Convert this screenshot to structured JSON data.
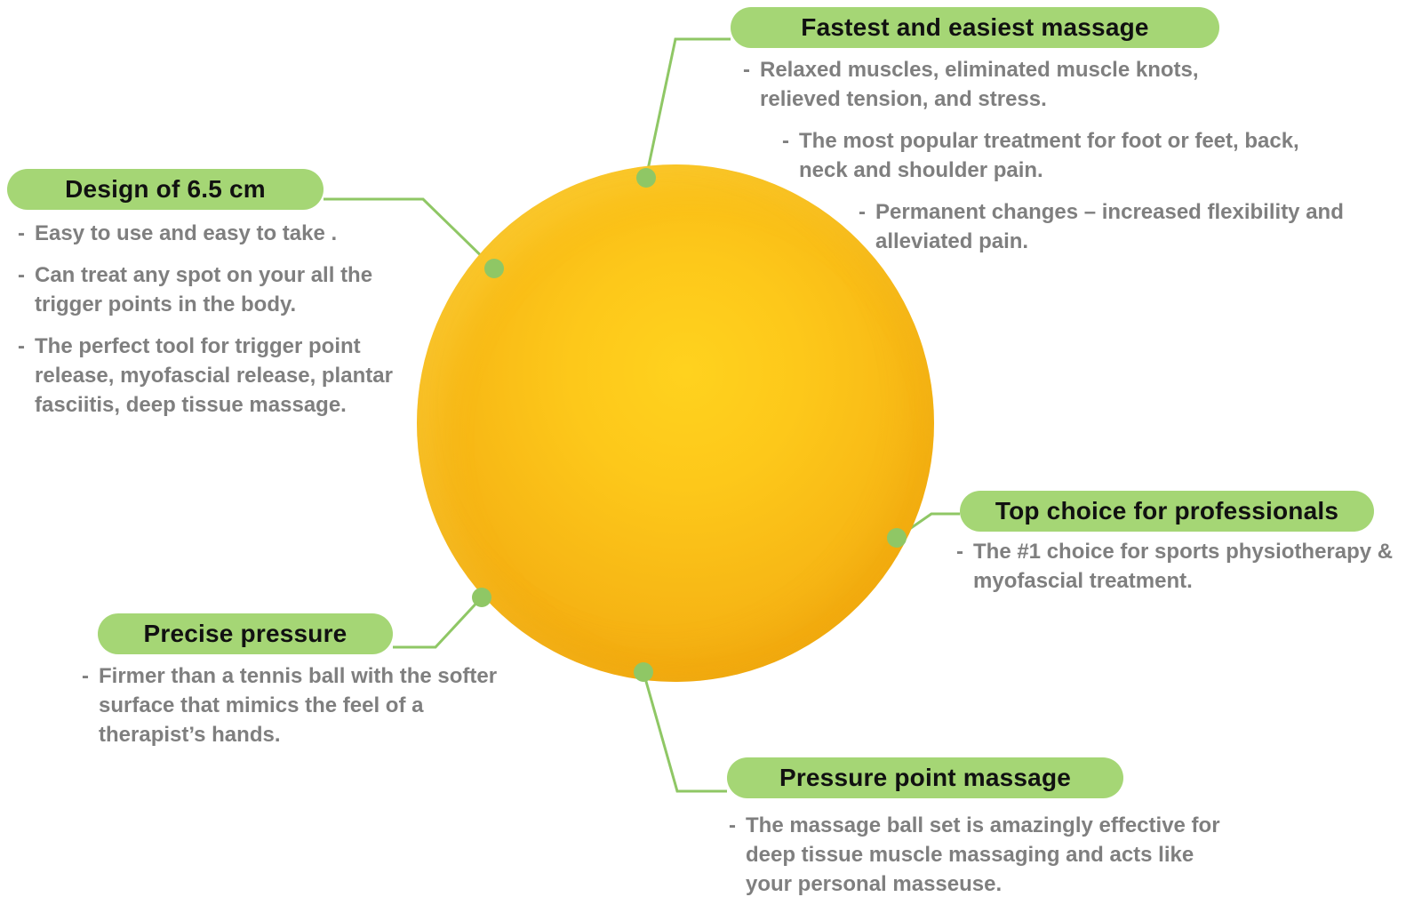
{
  "product": {
    "color": "#fbc119",
    "accent": "#a5d675",
    "connector_color": "#8fc765"
  },
  "callouts": {
    "fastest": {
      "title": "Fastest and easiest massage",
      "bullets": [
        "Relaxed muscles, eliminated muscle knots, relieved tension, and stress.",
        "The most popular treatment for foot or feet, back, neck and shoulder pain.",
        "Permanent changes – increased flexibility and alleviated pain."
      ]
    },
    "design": {
      "title": "Design of  6.5 cm",
      "bullets": [
        "Easy to use and easy to take .",
        "Can treat any spot on your all the trigger points in the body.",
        "The perfect tool for trigger point release, myofascial release, plantar fasciitis, deep tissue massage."
      ]
    },
    "top_choice": {
      "title": "Top choice for professionals",
      "bullets": [
        "The #1 choice for sports physiotherapy & myofascial treatment."
      ]
    },
    "precise": {
      "title": "Precise pressure",
      "bullets": [
        "Firmer than a tennis ball with the softer surface that mimics the feel of a therapist’s hands."
      ]
    },
    "pressure_point": {
      "title": "Pressure point massage",
      "bullets": [
        "The massage ball set is amazingly effective for deep tissue muscle massaging and acts like your personal masseuse."
      ]
    }
  }
}
